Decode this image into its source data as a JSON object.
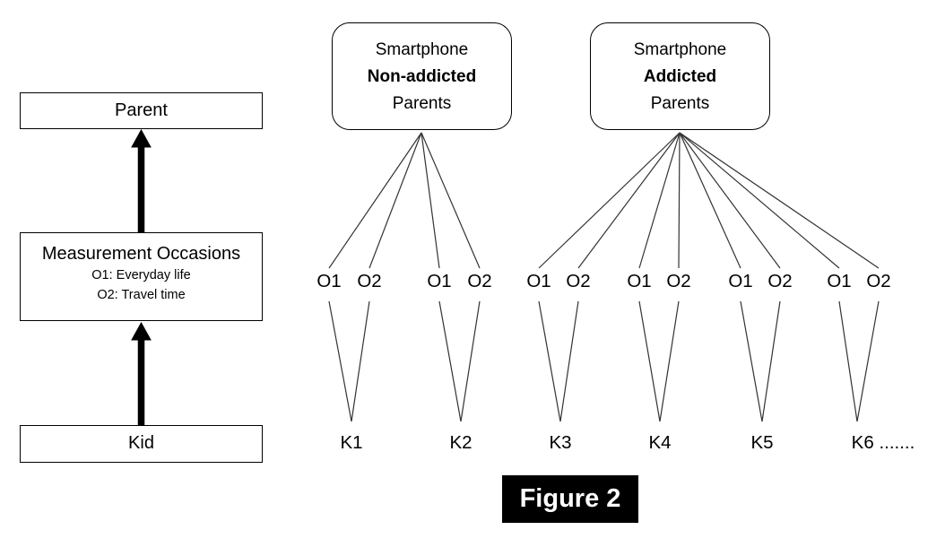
{
  "left_panel": {
    "parent_box": "Parent",
    "measurement_box": {
      "title": "Measurement Occasions",
      "item1": "O1: Everyday life",
      "item2": "O2: Travel time"
    },
    "kid_box": "Kid"
  },
  "group_boxes": [
    {
      "line1": "Smartphone",
      "line2": "Non-addicted",
      "line3": "Parents"
    },
    {
      "line1": "Smartphone",
      "line2": "Addicted",
      "line3": "Parents"
    }
  ],
  "units": [
    {
      "o1": "O1",
      "o2": "O2",
      "kid_label": "K1"
    },
    {
      "o1": "O1",
      "o2": "O2",
      "kid_label": "K2"
    },
    {
      "o1": "O1",
      "o2": "O2",
      "kid_label": "K3"
    },
    {
      "o1": "O1",
      "o2": "O2",
      "kid_label": "K4"
    },
    {
      "o1": "O1",
      "o2": "O2",
      "kid_label": "K5"
    },
    {
      "o1": "O1",
      "o2": "O2",
      "kid_label": "K6 ......."
    }
  ],
  "caption": "Figure 2",
  "colors": {
    "line": "#333333",
    "arrow": "#000000",
    "border": "#000000",
    "caption_bg": "#000000",
    "caption_text": "#ffffff"
  }
}
